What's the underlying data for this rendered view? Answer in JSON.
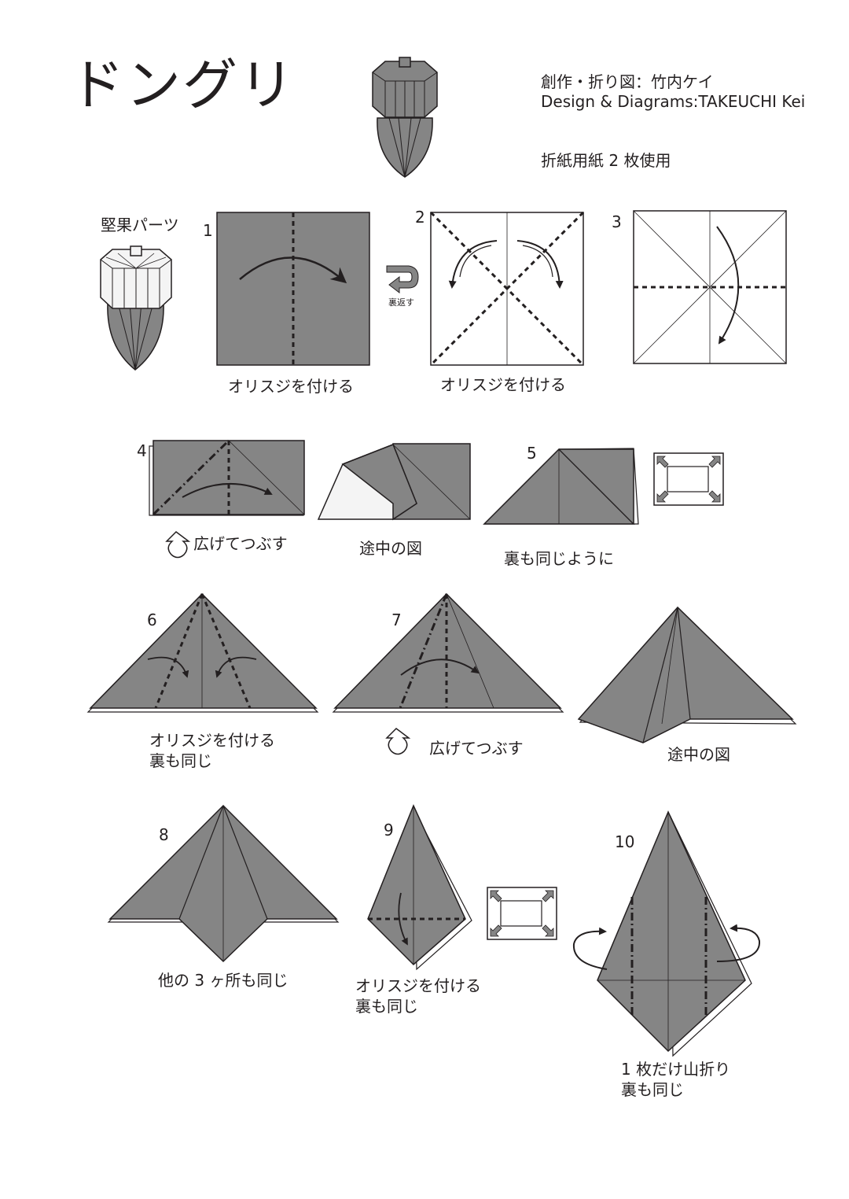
{
  "title": "ドングリ",
  "credit": {
    "ja": "創作・折り図：竹内ケイ",
    "en": "Design & Diagrams:TAKEUCHI Kei"
  },
  "paper_note": "折紙用紙 2 枚使用",
  "part_label": "堅果パーツ",
  "icons": {
    "turn_over": "turn-over-icon",
    "enlarge": "enlarge-icon",
    "squash": "squash-fold-icon"
  },
  "colors": {
    "paper": "#858585",
    "line": "#231f20",
    "light": "#f4f4f4"
  },
  "turn_over_label": "裏返す",
  "enlarge_label": "拡大",
  "steps": [
    {
      "num": "1",
      "caption": "オリスジを付ける"
    },
    {
      "num": "2",
      "caption": "オリスジを付ける"
    },
    {
      "num": "3",
      "caption": ""
    },
    {
      "num": "4",
      "caption": "広げてつぶす"
    },
    {
      "num": "",
      "caption": "途中の図"
    },
    {
      "num": "5",
      "caption": "裏も同じように"
    },
    {
      "num": "6",
      "caption": "オリスジを付ける",
      "caption2": "裏も同じ"
    },
    {
      "num": "7",
      "caption": "広げてつぶす"
    },
    {
      "num": "",
      "caption": "途中の図"
    },
    {
      "num": "8",
      "caption": "他の 3 ヶ所も同じ"
    },
    {
      "num": "9",
      "caption": "オリスジを付ける",
      "caption2": "裏も同じ"
    },
    {
      "num": "10",
      "caption": "1 枚だけ山折り",
      "caption2": "裏も同じ"
    }
  ]
}
